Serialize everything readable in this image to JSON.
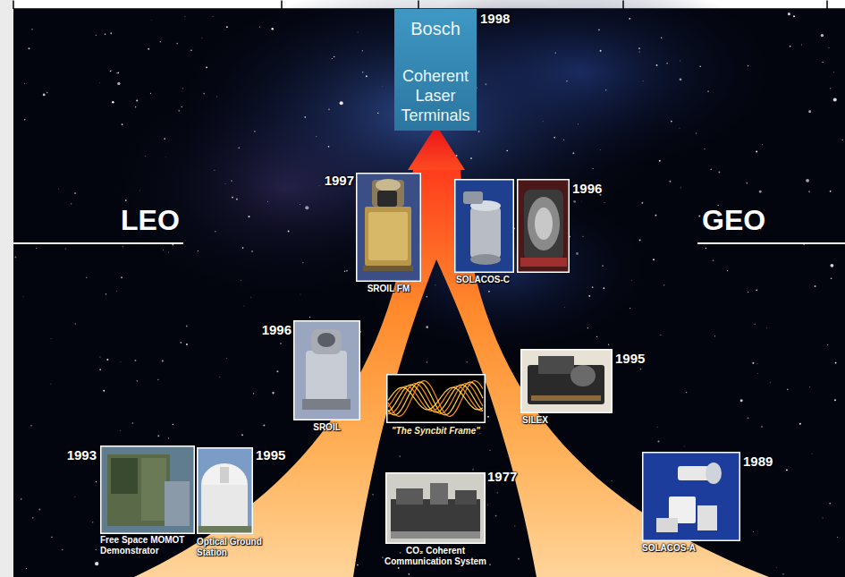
{
  "diagram": {
    "nodes": [
      {
        "text": [
          "Bosch",
          "Coherent Laser Terminals",
          "1998"
        ]
      },
      {
        "text": [
          "1997",
          "SROIL FM"
        ]
      },
      {
        "text": [
          "1996",
          "SOLACOS-C"
        ]
      },
      {
        "text": [
          "1996",
          "SROIL"
        ]
      },
      {
        "text": [
          "\"The Syncbit Frame\""
        ]
      },
      {
        "text": [
          "1995",
          "SILEX"
        ]
      },
      {
        "text": [
          "1993",
          "Free Space MOMOT Demonstrator"
        ]
      },
      {
        "text": [
          "1995",
          "Optical Ground Station"
        ]
      },
      {
        "text": [
          "1977",
          "CO₂ Coherent Communication System"
        ]
      },
      {
        "text": [
          "1989",
          "SOLACOS-A"
        ]
      }
    ],
    "labels": [
      "LEO",
      "GEO"
    ]
  }
}
